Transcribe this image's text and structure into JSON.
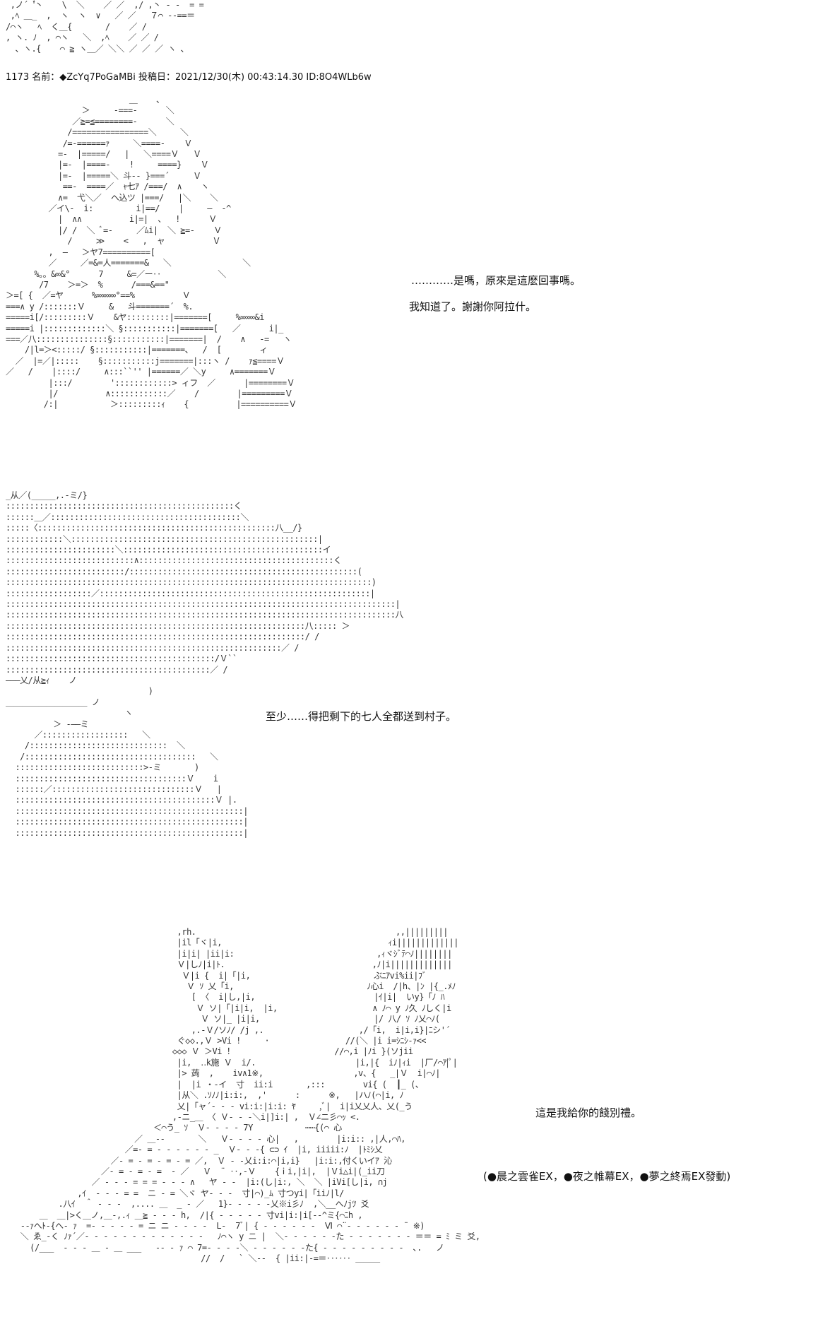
{
  "post": {
    "header": "1173 名前：◆ZcYq7PoGaMBi  投稿日：2021/12/30(木) 00:43:14.30 ID:8O4WLb6w"
  },
  "dialogue": {
    "line1": "…………是嗎，原來是這麽回事嗎。",
    "line2": "我知道了。謝謝你阿拉什。",
    "line3": "至少……得把剩下的七人全都送到村子。",
    "line4": "這是我給你的餞別禮。",
    "line5": "(●晨之雲雀EX，●夜之帷幕EX，●夢之終焉EX發動)"
  }
}
